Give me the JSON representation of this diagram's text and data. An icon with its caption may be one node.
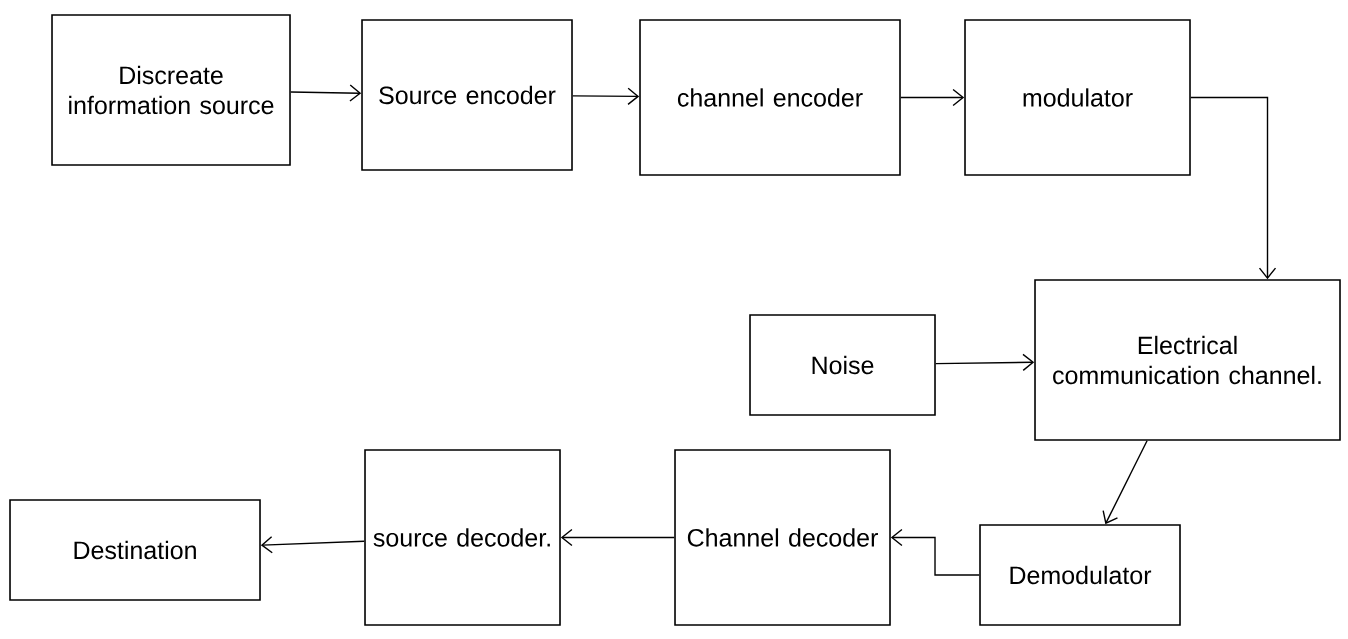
{
  "diagram": {
    "nodes": [
      {
        "text": [
          "Discreate information source"
        ]
      },
      {
        "text": [
          "Source encoder"
        ]
      },
      {
        "text": [
          "channel encoder"
        ]
      },
      {
        "text": [
          "modulator"
        ]
      },
      {
        "text": [
          "Noise"
        ]
      },
      {
        "text": [
          "Electrical communication channel."
        ]
      },
      {
        "text": [
          "Demodulator"
        ]
      },
      {
        "text": [
          "Channel decoder"
        ]
      },
      {
        "text": [
          "source decoder."
        ]
      },
      {
        "text": [
          "Destination"
        ]
      }
    ],
    "edges": [
      {
        "from": 0,
        "to": 1,
        "arrow": "to"
      },
      {
        "from": 1,
        "to": 2,
        "arrow": "to"
      },
      {
        "from": 2,
        "to": 3,
        "arrow": "to"
      },
      {
        "from": 3,
        "to": 5,
        "arrow": "to"
      },
      {
        "from": 4,
        "to": 5,
        "arrow": "to"
      },
      {
        "from": 5,
        "to": 6,
        "arrow": "to"
      },
      {
        "from": 6,
        "to": 7,
        "arrow": "to"
      },
      {
        "from": 7,
        "to": 8,
        "arrow": "to"
      },
      {
        "from": 8,
        "to": 9,
        "arrow": "to"
      }
    ]
  }
}
